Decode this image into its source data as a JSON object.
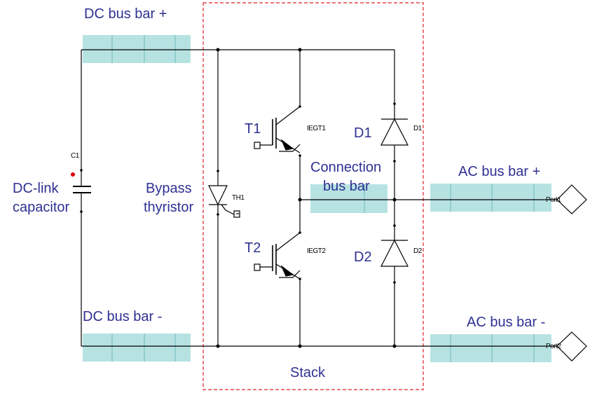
{
  "labels": {
    "dc_bus_plus": "DC bus bar +",
    "dc_bus_minus": "DC bus bar -",
    "dc_link_1": "DC-link",
    "dc_link_2": "capacitor",
    "bypass_1": "Bypass",
    "bypass_2": "thyristor",
    "connection_1": "Connection",
    "connection_2": "bus bar",
    "ac_bus_plus": "AC bus bar +",
    "ac_bus_minus": "AC bus bar -",
    "stack": "Stack",
    "t1": "T1",
    "t2": "T2",
    "d1": "D1",
    "d2": "D2"
  },
  "components": {
    "c1": "C1",
    "th1": "TH1",
    "iegt1": "IEGT1",
    "iegt2": "IEGT2",
    "d1": "D1",
    "d2": "D2",
    "port1": "Port1",
    "port2": "Port2"
  },
  "colors": {
    "label": "#2e3192",
    "stack_border": "#e0202a",
    "bus_bar": "#9fd8d8",
    "marker": "#e00000"
  }
}
